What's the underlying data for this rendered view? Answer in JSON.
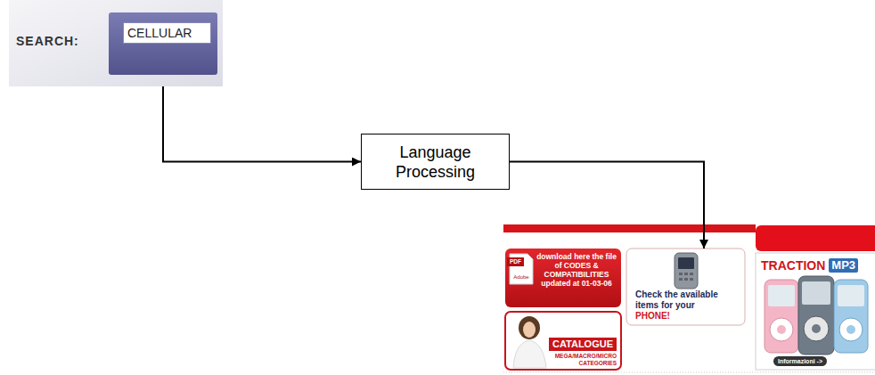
{
  "diagram": {
    "nodes": [
      {
        "text": [
          "SEARCH:"
        ]
      },
      {
        "text": [
          "CELLULAR"
        ],
        "in": 0
      },
      {
        "text": [
          "Language Processing"
        ]
      },
      {
        "text": [
          "download here the file of CODES & COMPATIBILITIES updated at 01-03-06"
        ]
      },
      {
        "text": [
          "Check the available items for your",
          "PHONE!"
        ]
      },
      {
        "text": [
          "TRACTION",
          "MP3"
        ]
      },
      {
        "text": [
          "CATALOGUE",
          "MEGA/MACRO/MICRO CATEGORIES"
        ]
      }
    ],
    "edges": [
      {
        "from": 0,
        "to": 2,
        "arrow": "to"
      },
      {
        "from": 2,
        "to": 4,
        "arrow": "to"
      }
    ],
    "labels": [
      "PDF",
      "Adobe",
      "Informazioni ->"
    ]
  }
}
